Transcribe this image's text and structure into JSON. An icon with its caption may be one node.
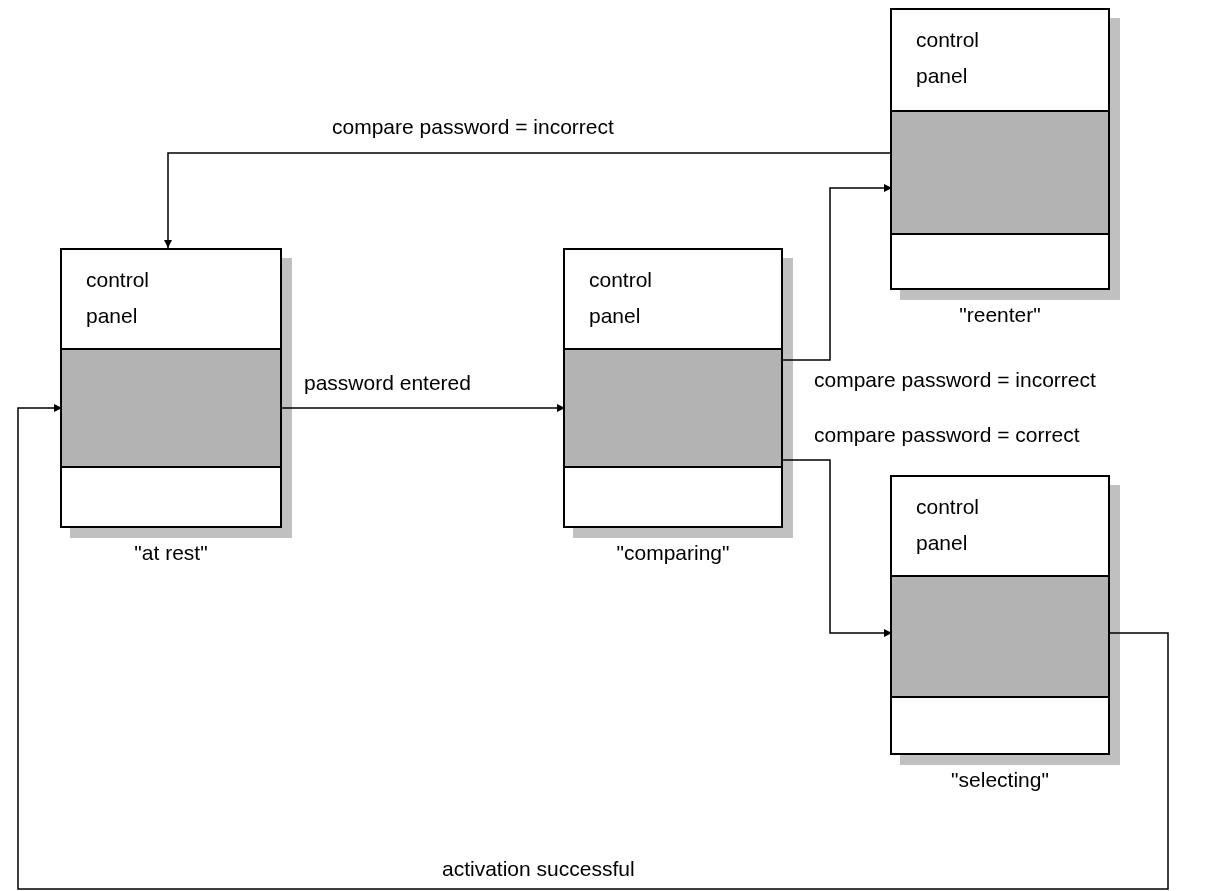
{
  "diagram": {
    "nodes": [
      {
        "text": [
          "control panel"
        ],
        "beside": [
          "\"at rest\""
        ]
      },
      {
        "text": [],
        "shape": "box",
        "in": 0
      },
      {
        "text": [
          "control panel"
        ],
        "beside": [
          "\"comparing\""
        ]
      },
      {
        "text": [],
        "shape": "box",
        "in": 2
      },
      {
        "text": [
          "control panel"
        ],
        "beside": [
          "\"reenter\""
        ]
      },
      {
        "text": [],
        "shape": "box",
        "in": 4
      },
      {
        "text": [
          "control panel"
        ],
        "beside": [
          "\"selecting\""
        ]
      },
      {
        "text": [],
        "shape": "box",
        "in": 6
      }
    ],
    "edges": [
      {
        "from": 1,
        "to": 3,
        "arrow": "to",
        "label": "password entered"
      },
      {
        "from": 3,
        "to": 5,
        "arrow": "to",
        "label": "compare password = incorrect"
      },
      {
        "from": 3,
        "to": 7,
        "arrow": "to",
        "label": "compare password = correct"
      },
      {
        "from": 5,
        "to": 0,
        "arrow": "to",
        "label": "compare password = incorrect"
      },
      {
        "from": 7,
        "to": 1,
        "arrow": "to",
        "label": "activation successful"
      }
    ]
  }
}
